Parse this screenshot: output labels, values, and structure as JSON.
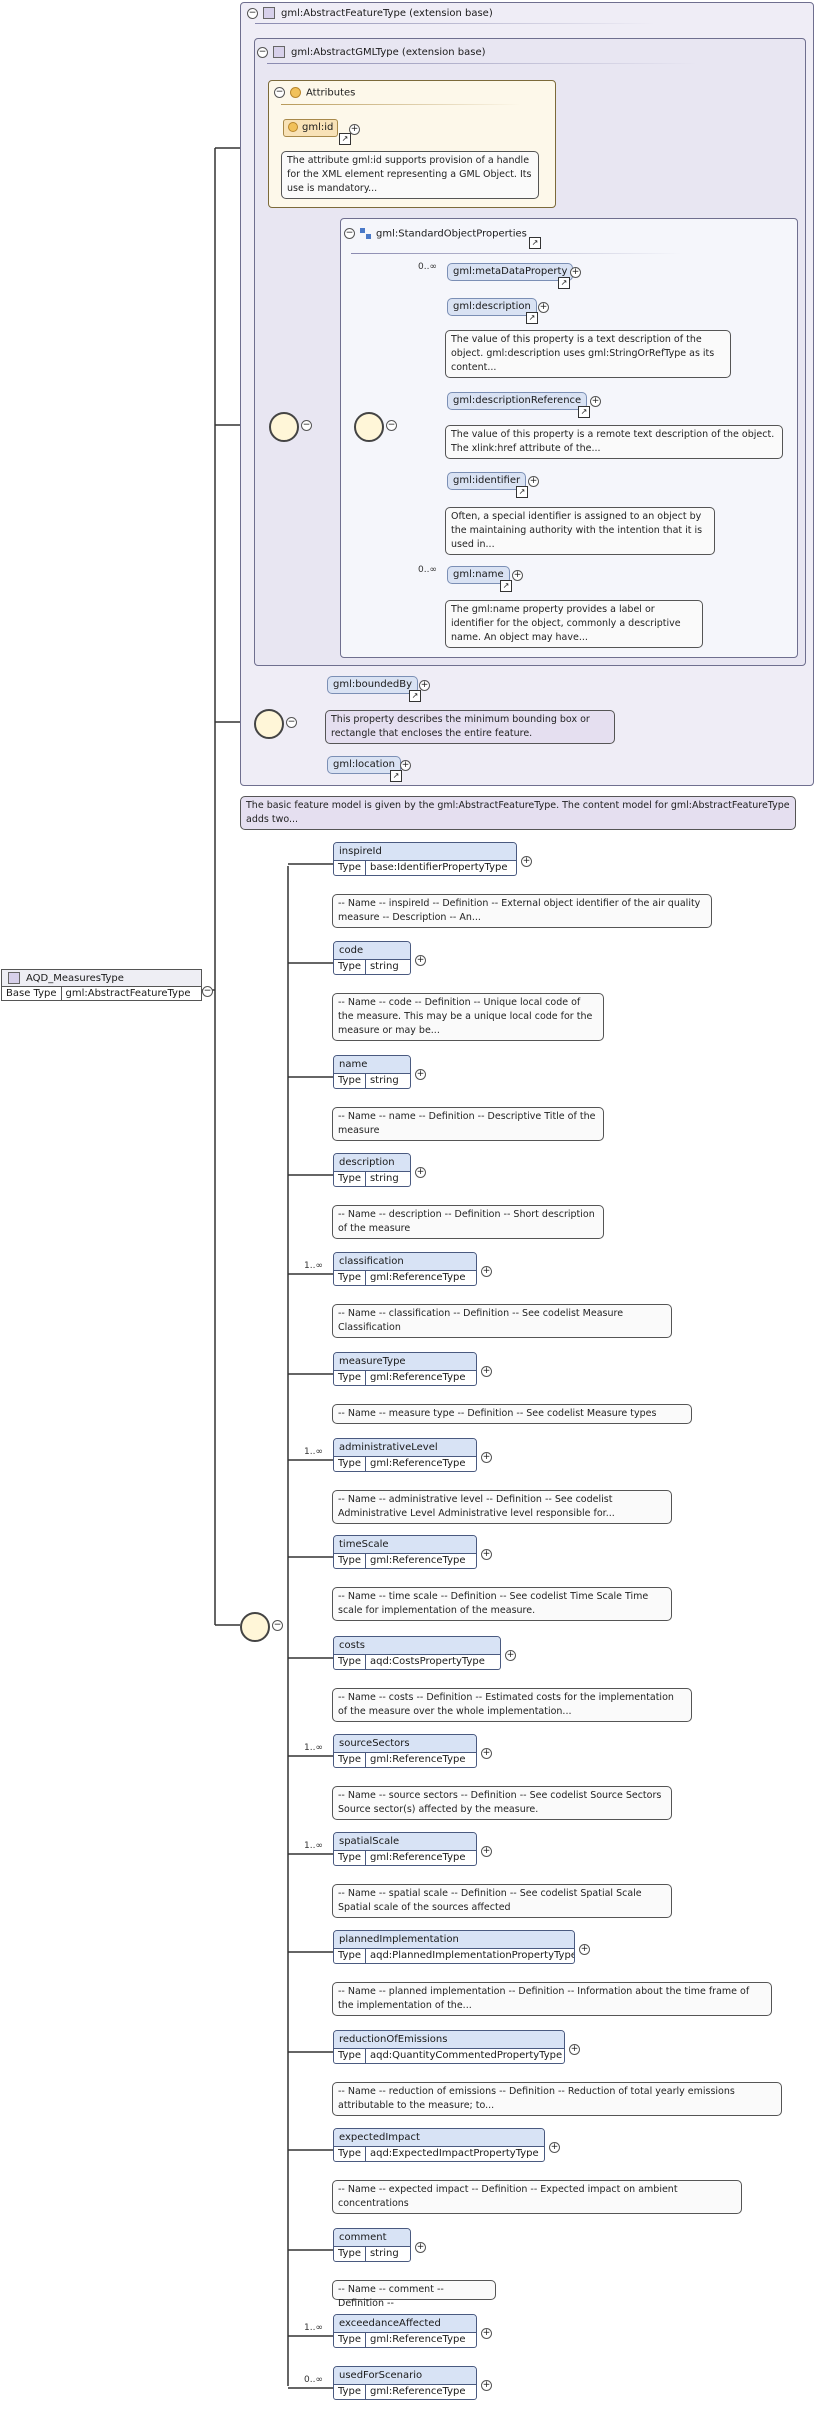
{
  "root": {
    "name": "AQD_MeasuresType",
    "base_label": "Base Type",
    "base_value": "gml:AbstractFeatureType"
  },
  "abstract_feature": {
    "title": "gml:AbstractFeatureType (extension base)",
    "annotation": "The basic feature model is given by the gml:AbstractFeatureType. The content model for gml:AbstractFeatureType adds two..."
  },
  "abstract_gml": {
    "title": "gml:AbstractGMLType (extension base)"
  },
  "attributes": {
    "title": "Attributes",
    "id_label": "gml:id",
    "id_doc": "The attribute gml:id supports provision of a handle for the XML element representing a GML Object. Its use is mandatory..."
  },
  "std": {
    "title": "gml:StandardObjectProperties",
    "items": [
      {
        "name": "gml:metaDataProperty",
        "mult": "0..∞",
        "doc": ""
      },
      {
        "name": "gml:description",
        "mult": "",
        "doc": "The value of this property is a text description of the object. gml:description uses gml:StringOrRefType as its content..."
      },
      {
        "name": "gml:descriptionReference",
        "mult": "",
        "doc": "The value of this property is a remote text description of the object. The xlink:href attribute of the..."
      },
      {
        "name": "gml:identifier",
        "mult": "",
        "doc": "Often, a special identifier is assigned to an object by the maintaining authority with the intention that it is used in..."
      },
      {
        "name": "gml:name",
        "mult": "0..∞",
        "doc": "The gml:name property provides a label or identifier for the object, commonly a descriptive name. An object may have..."
      }
    ]
  },
  "bounded": {
    "name": "gml:boundedBy",
    "doc": "This property describes the minimum bounding box or rectangle that encloses the entire feature.",
    "location": "gml:location"
  },
  "type_label": "Type",
  "elements": [
    {
      "name": "inspireId",
      "mult": "",
      "type": "base:IdentifierPropertyType",
      "doc": "-- Name -- inspireId -- Definition -- External object identifier of the air quality measure -- Description -- An..."
    },
    {
      "name": "code",
      "mult": "",
      "type": "string",
      "doc": "-- Name -- code -- Definition -- Unique local code of the measure. This may be a unique local code for the measure or may be..."
    },
    {
      "name": "name",
      "mult": "",
      "type": "string",
      "doc": "-- Name -- name -- Definition -- Descriptive Title of the measure"
    },
    {
      "name": "description",
      "mult": "",
      "type": "string",
      "doc": "-- Name -- description -- Definition -- Short description of the measure"
    },
    {
      "name": "classification",
      "mult": "1..∞",
      "type": "gml:ReferenceType",
      "doc": "-- Name -- classification -- Definition -- See codelist Measure Classification"
    },
    {
      "name": "measureType",
      "mult": "",
      "type": "gml:ReferenceType",
      "doc": "-- Name -- measure type -- Definition -- See codelist Measure types"
    },
    {
      "name": "administrativeLevel",
      "mult": "1..∞",
      "type": "gml:ReferenceType",
      "doc": "-- Name -- administrative level -- Definition -- See codelist Administrative Level Administrative level responsible for..."
    },
    {
      "name": "timeScale",
      "mult": "",
      "type": "gml:ReferenceType",
      "doc": "-- Name -- time scale -- Definition -- See codelist Time Scale Time scale for implementation of the measure."
    },
    {
      "name": "costs",
      "mult": "",
      "type": "aqd:CostsPropertyType",
      "doc": "-- Name -- costs -- Definition -- Estimated costs for the implementation of the measure over the whole implementation..."
    },
    {
      "name": "sourceSectors",
      "mult": "1..∞",
      "type": "gml:ReferenceType",
      "doc": "-- Name -- source sectors -- Definition -- See codelist Source Sectors Source sector(s) affected by the measure."
    },
    {
      "name": "spatialScale",
      "mult": "1..∞",
      "type": "gml:ReferenceType",
      "doc": "-- Name -- spatial scale -- Definition -- See codelist Spatial Scale Spatial scale of the sources affected"
    },
    {
      "name": "plannedImplementation",
      "mult": "",
      "type": "aqd:PlannedImplementationPropertyType",
      "doc": "-- Name -- planned implementation -- Definition -- Information about the time frame of the implementation of the..."
    },
    {
      "name": "reductionOfEmissions",
      "mult": "",
      "type": "aqd:QuantityCommentedPropertyType",
      "doc": "-- Name -- reduction of emissions -- Definition -- Reduction of total yearly emissions attributable to the measure; to..."
    },
    {
      "name": "expectedImpact",
      "mult": "",
      "type": "aqd:ExpectedImpactPropertyType",
      "doc": "-- Name -- expected impact -- Definition -- Expected impact on ambient concentrations"
    },
    {
      "name": "comment",
      "mult": "",
      "type": "string",
      "doc": "-- Name -- comment -- Definition --"
    },
    {
      "name": "exceedanceAffected",
      "mult": "1..∞",
      "type": "gml:ReferenceType",
      "doc": ""
    },
    {
      "name": "usedForScenario",
      "mult": "0..∞",
      "type": "gml:ReferenceType",
      "doc": ""
    }
  ]
}
